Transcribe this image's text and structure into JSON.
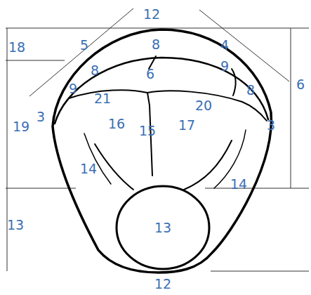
{
  "diagram": {
    "nodes": [
      {
        "text": [
          "13"
        ]
      }
    ],
    "labels": [
      "12",
      "18",
      "5",
      "8",
      "4",
      "6",
      "8",
      "9",
      "6",
      "9",
      "8",
      "21",
      "20",
      "3",
      "19",
      "16",
      "15",
      "17",
      "3",
      "14",
      "14",
      "13",
      "12"
    ]
  }
}
